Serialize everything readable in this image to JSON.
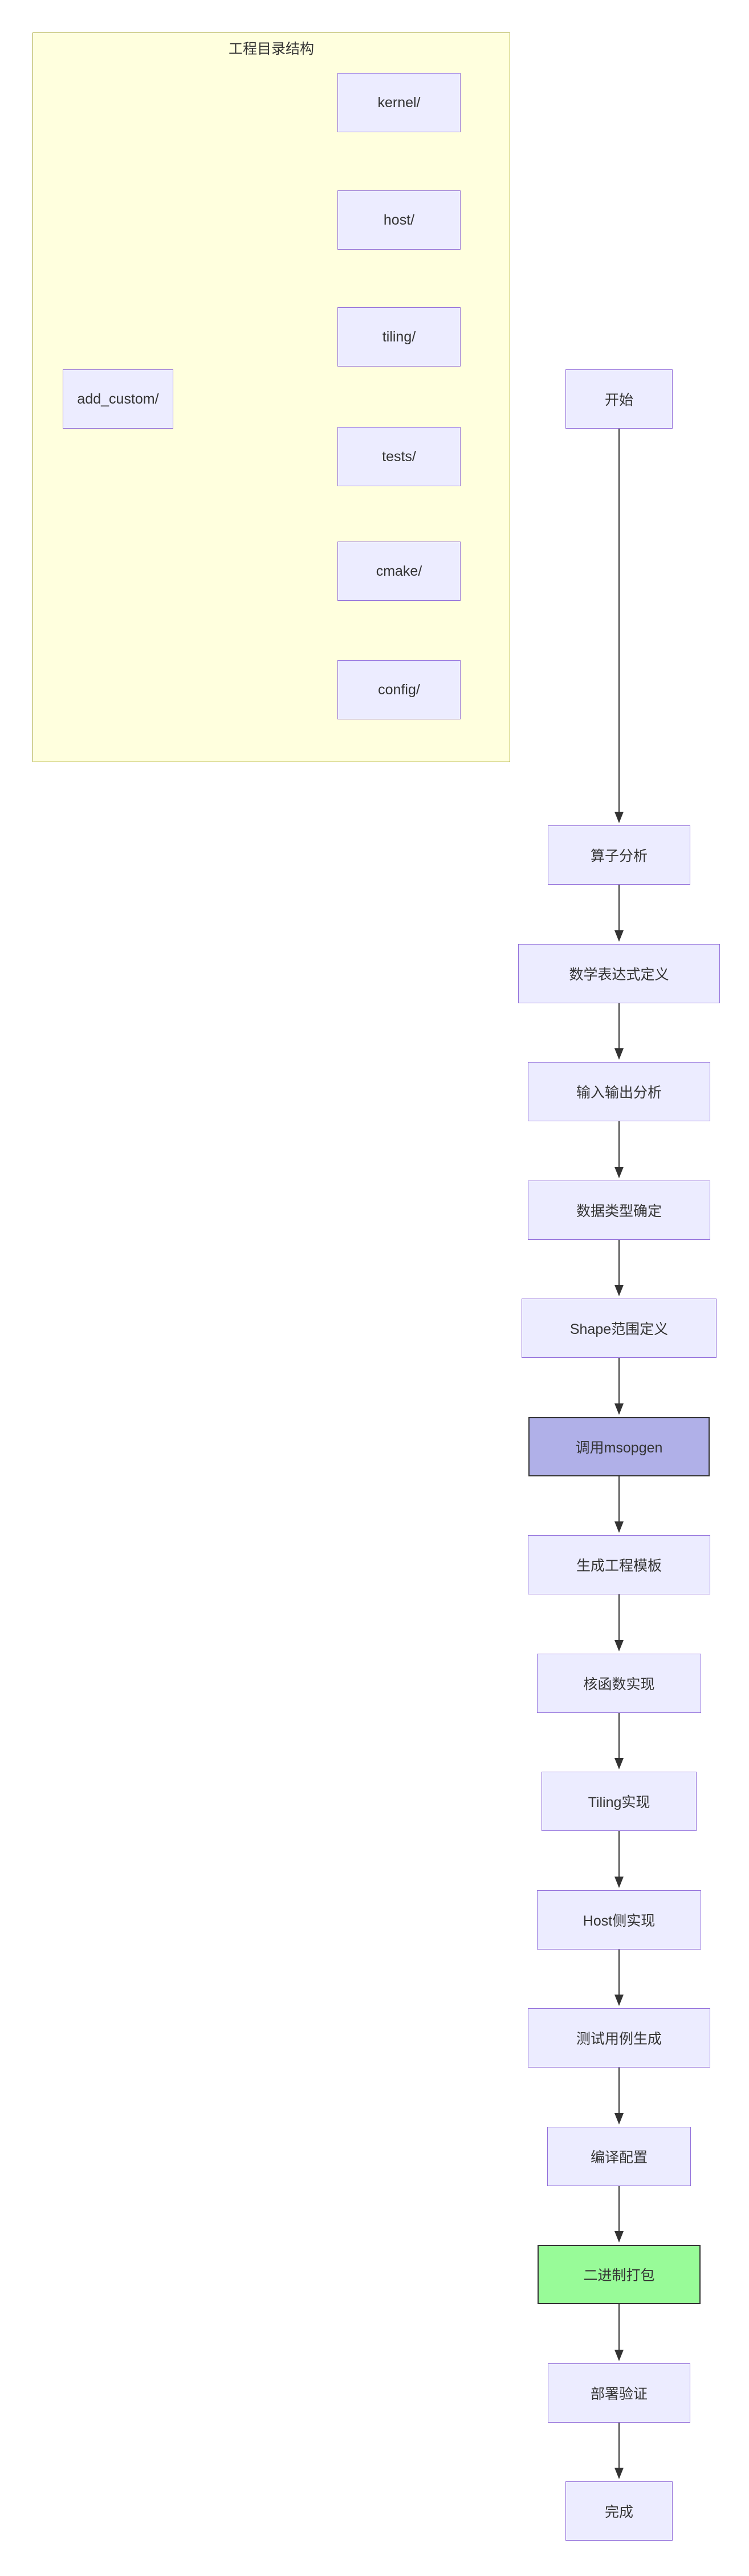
{
  "diagram": {
    "cluster": {
      "title": "工程目录结构",
      "root": {
        "label": "add_custom/"
      },
      "children": [
        {
          "label": "kernel/"
        },
        {
          "label": "host/"
        },
        {
          "label": "tiling/"
        },
        {
          "label": "tests/"
        },
        {
          "label": "cmake/"
        },
        {
          "label": "config/"
        }
      ]
    },
    "flow": {
      "steps": [
        {
          "label": "开始",
          "style": "default"
        },
        {
          "label": "算子分析",
          "style": "default"
        },
        {
          "label": "数学表达式定义",
          "style": "default"
        },
        {
          "label": "输入输出分析",
          "style": "default"
        },
        {
          "label": "数据类型确定",
          "style": "default"
        },
        {
          "label": "Shape范围定义",
          "style": "default"
        },
        {
          "label": "调用msopgen",
          "style": "purple"
        },
        {
          "label": "生成工程模板",
          "style": "default"
        },
        {
          "label": "核函数实现",
          "style": "default"
        },
        {
          "label": "Tiling实现",
          "style": "default"
        },
        {
          "label": "Host侧实现",
          "style": "default"
        },
        {
          "label": "测试用例生成",
          "style": "default"
        },
        {
          "label": "编译配置",
          "style": "default"
        },
        {
          "label": "二进制打包",
          "style": "green"
        },
        {
          "label": "部署验证",
          "style": "default"
        },
        {
          "label": "完成",
          "style": "default"
        }
      ]
    },
    "colors": {
      "node_fill": "#ececff",
      "node_border": "#9370db",
      "cluster_fill": "#ffffde",
      "cluster_border": "#aaaa33",
      "accent_purple": "#b0b0e8",
      "accent_green": "#98fb98",
      "edge": "#333333",
      "text": "#333333"
    }
  }
}
